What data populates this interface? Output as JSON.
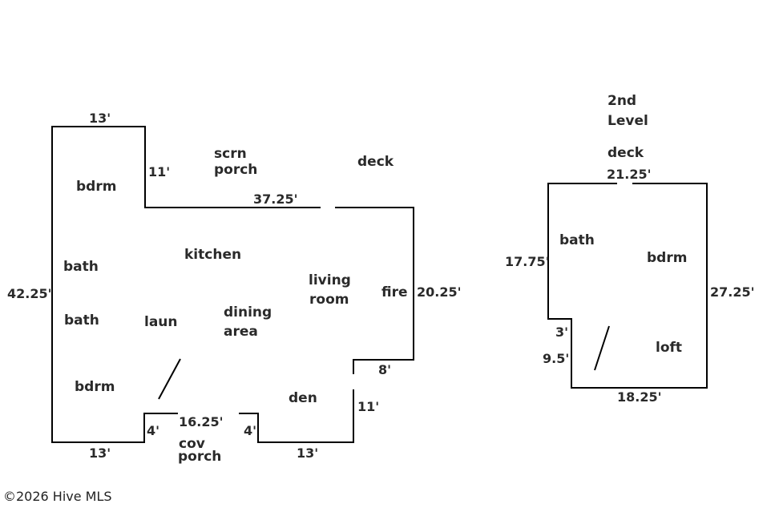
{
  "first_floor": {
    "rooms": {
      "bdrm_top": "bdrm",
      "bath_1": "bath",
      "bath_2": "bath",
      "bdrm_bottom": "bdrm",
      "kitchen": "kitchen",
      "laun": "laun",
      "dining_1": "dining",
      "dining_2": "area",
      "living_1": "living",
      "living_2": "room",
      "fire": "fire",
      "den": "den",
      "scrn_1": "scrn",
      "scrn_2": "porch",
      "deck": "deck",
      "cov_1": "cov",
      "cov_2": "porch"
    },
    "dims": {
      "top_left": "13'",
      "wing": "11'",
      "top_main": "37.25'",
      "left": "42.25'",
      "right": "20.25'",
      "step": "8'",
      "den_side": "11'",
      "bottom_left": "13'",
      "porch_left": "4'",
      "porch_width": "16.25'",
      "porch_right": "4'",
      "bottom_right": "13'"
    }
  },
  "second_floor": {
    "title_1": "2nd",
    "title_2": "Level",
    "rooms": {
      "deck": "deck",
      "bath": "bath",
      "bdrm": "bdrm",
      "loft": "loft"
    },
    "dims": {
      "top": "21.25'",
      "left": "17.75'",
      "right": "27.25'",
      "step": "3'",
      "lower_left": "9.5'",
      "bottom": "18.25'"
    }
  },
  "copyright": "©2026 Hive MLS"
}
